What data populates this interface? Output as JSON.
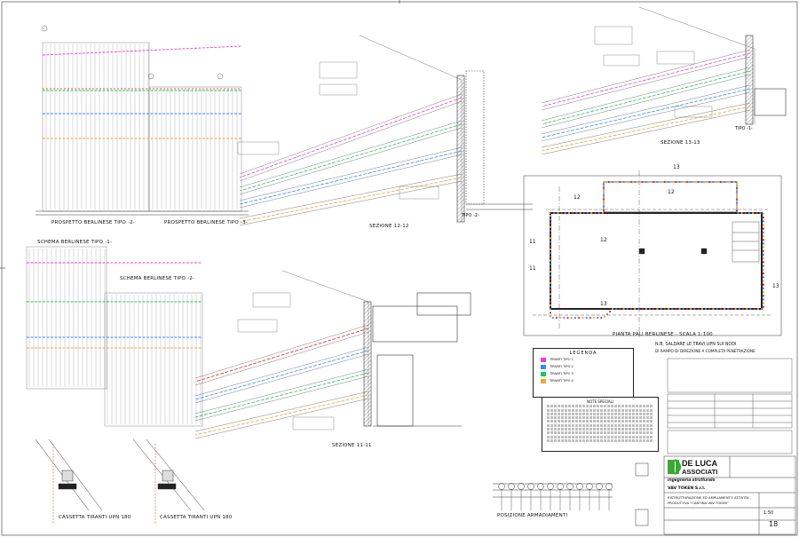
{
  "sheet": {
    "titles": {
      "prospetto_2": "PROSPETTO BERLINESE TIPO -2-",
      "prospetto_3": "PROSPETTO BERLINESE TIPO -3-",
      "schema_1": "SCHEMA BERLINESE TIPO -1-",
      "schema_2": "SCHEMA BERLINESE TIPO -2-",
      "sezione_12": "SEZIONE 12-12",
      "sezione_13": "SEZIONE 13-13",
      "sezione_11": "SEZIONE 11-11",
      "pianta": "PIANTA PALI BERLINESE - SCALA 1:100",
      "cassetta_1": "CASSETTA TIRANTI UPN 180",
      "cassetta_2": "CASSETTA TIRANTI UPN 180",
      "posizione": "POSIZIONE ARMADIAMENTI",
      "tipo_1": "TIPO -1-",
      "tipo_2": "TIPO -2-",
      "nb_title": "N.B. SALDARE LE TRAVI UPN SUI NODI",
      "nb_sub": "DI RAMPO DI DIREZIONE A COMPLETA PENETRAZIONE"
    },
    "section_marks": [
      "12",
      "12",
      "13",
      "13",
      "11",
      "11",
      "13",
      "12"
    ],
    "legend": {
      "title": "LEGENDA",
      "items": [
        {
          "color": "#e53fd6",
          "text": "TIRANTI TIPO 1"
        },
        {
          "color": "#2f8bff",
          "text": "TIRANTI TIPO 2"
        },
        {
          "color": "#27c05a",
          "text": "TIRANTI TIPO 3"
        },
        {
          "color": "#e7a93a",
          "text": "TIRANTI TIPO 4"
        }
      ]
    },
    "notes_title": "NOTE SPECIALI",
    "title_block": {
      "firm_line1": "DE LUCA",
      "firm_line2": "ASSOCIATI",
      "firm_sub": "ingegneria strutturale",
      "client": "VAV TOKEN S.r.l.",
      "project": "RISTRUTTURAZIONE ED AMPLIAMENTO ATTIVITA'",
      "project2": "PRODUTTIVA \"CANTINA VAV TOKEN\"",
      "scale": "1:50",
      "sheet_no": "18"
    },
    "colors": {
      "magenta": "#e53fd6",
      "blue": "#2f8bff",
      "green": "#27c05a",
      "orange": "#e7a93a",
      "red": "#e3271f",
      "ink": "#222222",
      "logo_green": "#3aa832"
    }
  }
}
